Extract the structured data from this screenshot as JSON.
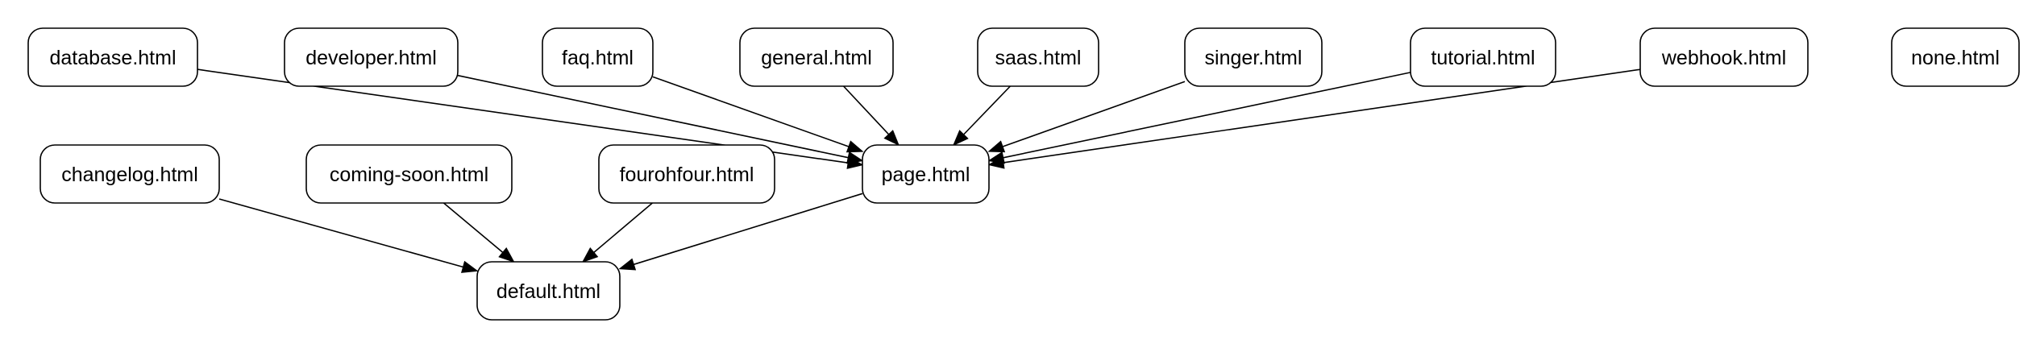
{
  "diagram": {
    "nodes": [
      {
        "id": "database",
        "label": "database.html"
      },
      {
        "id": "developer",
        "label": "developer.html"
      },
      {
        "id": "faq",
        "label": "faq.html"
      },
      {
        "id": "general",
        "label": "general.html"
      },
      {
        "id": "saas",
        "label": "saas.html"
      },
      {
        "id": "singer",
        "label": "singer.html"
      },
      {
        "id": "tutorial",
        "label": "tutorial.html"
      },
      {
        "id": "webhook",
        "label": "webhook.html"
      },
      {
        "id": "none",
        "label": "none.html"
      },
      {
        "id": "changelog",
        "label": "changelog.html"
      },
      {
        "id": "coming-soon",
        "label": "coming-soon.html"
      },
      {
        "id": "fourohfour",
        "label": "fourohfour.html"
      },
      {
        "id": "page",
        "label": "page.html"
      },
      {
        "id": "default",
        "label": "default.html"
      }
    ],
    "edges": [
      {
        "from": "database",
        "to": "page"
      },
      {
        "from": "developer",
        "to": "page"
      },
      {
        "from": "faq",
        "to": "page"
      },
      {
        "from": "general",
        "to": "page"
      },
      {
        "from": "saas",
        "to": "page"
      },
      {
        "from": "singer",
        "to": "page"
      },
      {
        "from": "tutorial",
        "to": "page"
      },
      {
        "from": "webhook",
        "to": "page"
      },
      {
        "from": "changelog",
        "to": "default"
      },
      {
        "from": "coming-soon",
        "to": "default"
      },
      {
        "from": "fourohfour",
        "to": "default"
      },
      {
        "from": "page",
        "to": "default"
      }
    ]
  }
}
